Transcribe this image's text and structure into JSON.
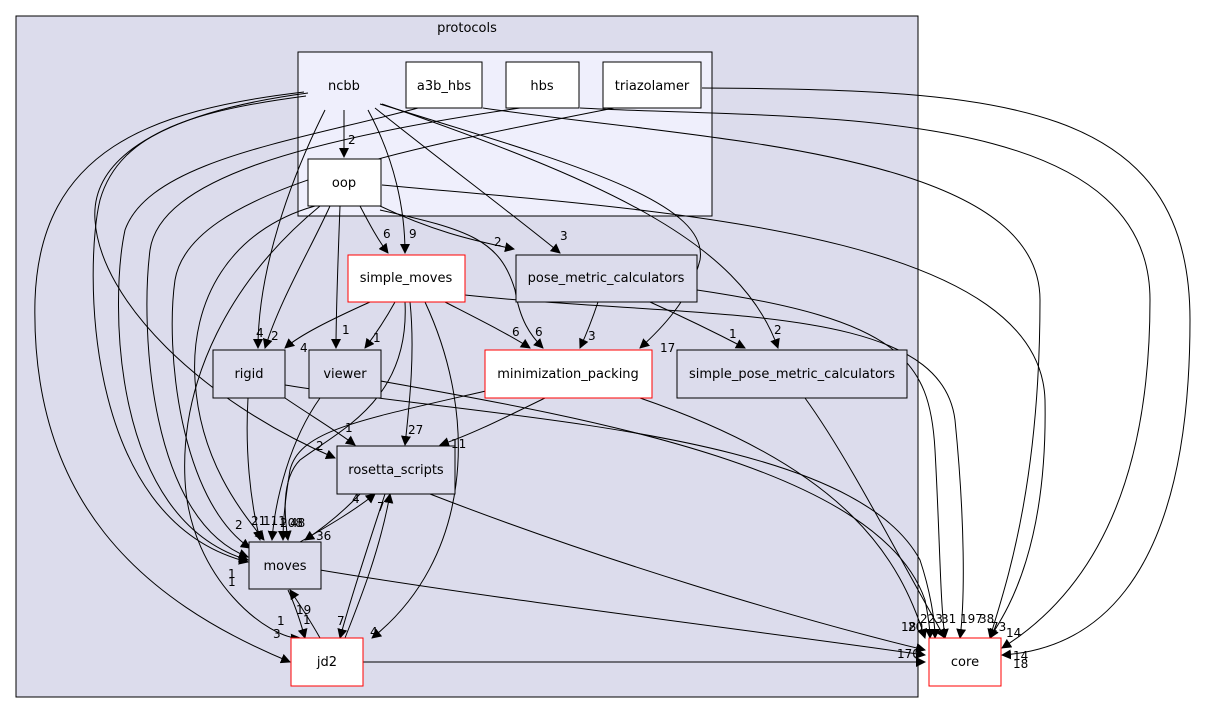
{
  "colors": {
    "outer_cluster_fill": "#dcdcec",
    "inner_cluster_fill": "#efeffc",
    "node_fill_dark": "#dcdcec",
    "node_fill_white": "#ffffff",
    "red_border": "#ff0000",
    "black": "#000000"
  },
  "clusters": {
    "protocols": "protocols",
    "ncbb": "ncbb"
  },
  "nodes": {
    "a3b_hbs": "a3b_hbs",
    "hbs": "hbs",
    "triazolamer": "triazolamer",
    "oop": "oop",
    "simple_moves": "simple_moves",
    "pose_metric_calculators": "pose_metric_calculators",
    "rigid": "rigid",
    "viewer": "viewer",
    "minimization_packing": "minimization_packing",
    "simple_pose_metric_calculators": "simple_pose_metric_calculators",
    "rosetta_scripts": "rosetta_scripts",
    "moves": "moves",
    "jd2": "jd2",
    "core": "core"
  },
  "edge_labels": {
    "ncbb_oop": "2",
    "oop_simple_moves_6": "6",
    "ncbb_simple_moves_9": "9",
    "oop_pmc_2": "2",
    "ncbb_pmc_3": "3",
    "rigid_a": "4",
    "rigid_b": "2",
    "rigid_c": "4",
    "viewer_a": "1",
    "viewer_b": "1",
    "mp_a": "6",
    "mp_b": "6",
    "mp_c": "3",
    "mp_d": "17",
    "spmc_a": "1",
    "spmc_b": "2",
    "rs_a": "1",
    "rs_b": "27",
    "rs_c": "2",
    "rs_d": "11",
    "rs_e": "4",
    "rs_f": "7",
    "moves_a": "2",
    "moves_b": "21",
    "moves_c": "111",
    "moves_d": "208",
    "moves_e": "48",
    "moves_f": "36",
    "moves_g": "1",
    "moves_h": "1",
    "jd2_a": "1",
    "jd2_b": "3",
    "jd2_c": "19",
    "jd2_d": "1",
    "jd2_e": "7",
    "jd2_f": "4",
    "jd2_core": "170",
    "core_a": "18",
    "core_b": "20",
    "core_c": "223",
    "core_d": "31",
    "core_e": "197",
    "core_f": "38",
    "core_g": "14",
    "core_h": "73",
    "core_i": "14",
    "core_j": "18"
  }
}
